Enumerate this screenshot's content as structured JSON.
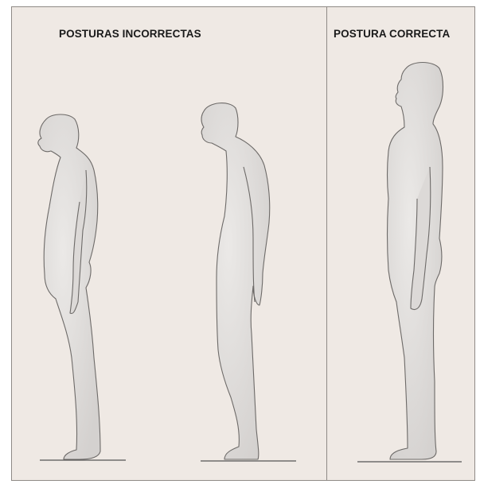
{
  "headings": {
    "incorrect": "POSTURAS INCORRECTAS",
    "correct": "POSTURA CORRECTA"
  },
  "figures": [
    {
      "posture": "incorrect",
      "description_icon": "slouched-figure-icon"
    },
    {
      "posture": "incorrect",
      "description_icon": "stooped-figure-icon"
    },
    {
      "posture": "correct",
      "description_icon": "upright-figure-icon"
    }
  ],
  "colors": {
    "panel_background": "#efe9e4",
    "body_fill": "#e4e1df",
    "body_outline": "#6d6a68",
    "border": "#8f8a86"
  }
}
